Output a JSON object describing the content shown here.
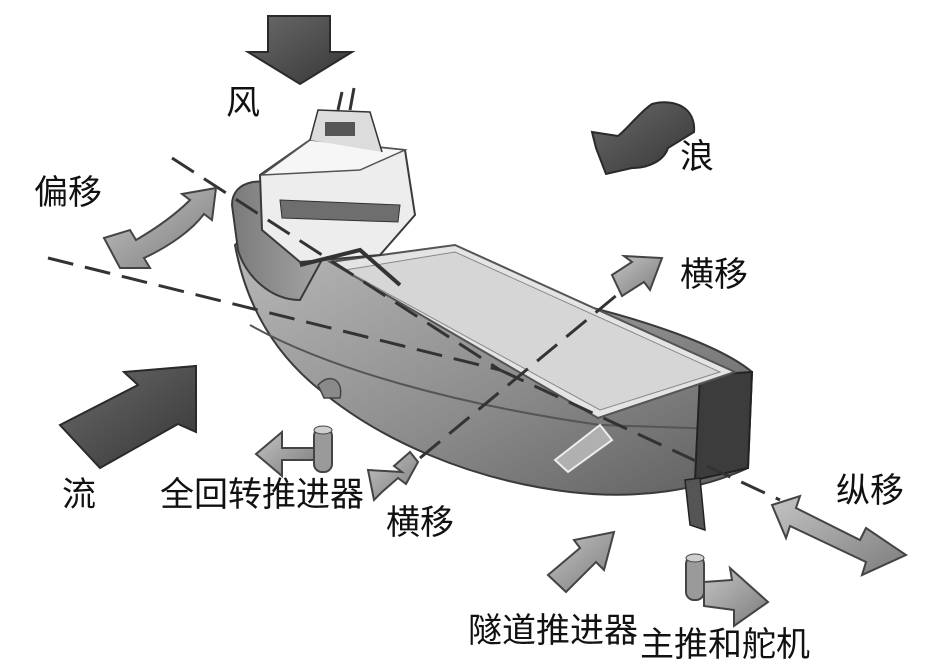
{
  "labels": {
    "wind": "风",
    "wave": "浪",
    "yaw": "偏移",
    "sway_upper": "横移",
    "current": "流",
    "azimuth_thruster": "全回转推进器",
    "sway_lower": "横移",
    "surge": "纵移",
    "tunnel_thruster": "隧道推进器",
    "main_propulsion_rudder": "主推和舵机"
  },
  "colors": {
    "hull": "#8f8f8f",
    "deck": "#e2e2e2",
    "arrow_dark": "#4a4a4a",
    "arrow_light": "#9a9a9a",
    "dash_line": "#333333"
  }
}
